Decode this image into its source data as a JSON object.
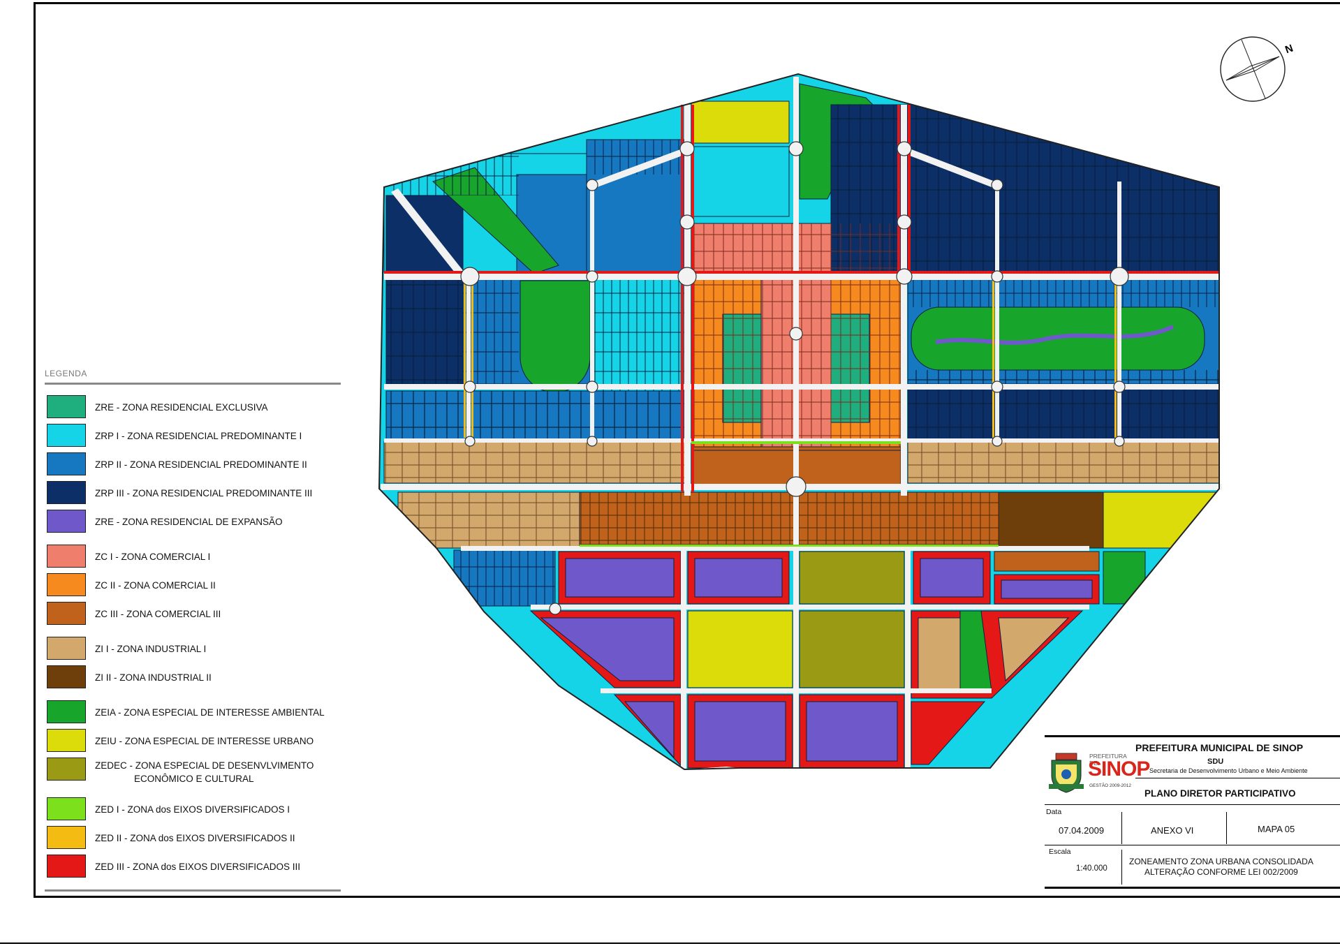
{
  "colors": {
    "ZRE": "#1fae7e",
    "ZRP_I": "#16d4e8",
    "ZRP_II": "#1578c0",
    "ZRP_III": "#0b2f66",
    "ZREX": "#6f58c9",
    "ZC_I": "#f07e6c",
    "ZC_II": "#f78a1e",
    "ZC_III": "#c0621c",
    "ZI_I": "#d2a86c",
    "ZI_II": "#6e3f0a",
    "ZEIA": "#17a52c",
    "ZEIU": "#dcdc0a",
    "ZEDEC": "#9a9a14",
    "ZED_I": "#7de01c",
    "ZED_II": "#f4bc12",
    "ZED_III": "#e51818",
    "road": "#f2f2f2",
    "block_line": "#0a1f3e"
  },
  "legend": {
    "title": "LEGENDA",
    "items": [
      {
        "key": "ZRE",
        "label": "ZRE - ZONA RESIDENCIAL EXCLUSIVA"
      },
      {
        "key": "ZRP_I",
        "label": "ZRP I - ZONA RESIDENCIAL PREDOMINANTE I"
      },
      {
        "key": "ZRP_II",
        "label": "ZRP II - ZONA RESIDENCIAL PREDOMINANTE II"
      },
      {
        "key": "ZRP_III",
        "label": "ZRP III - ZONA RESIDENCIAL PREDOMINANTE III"
      },
      {
        "key": "ZREX",
        "label": "ZRE - ZONA RESIDENCIAL DE EXPANSÃO"
      },
      {
        "key": "ZC_I",
        "label": "ZC I - ZONA COMERCIAL I"
      },
      {
        "key": "ZC_II",
        "label": "ZC II - ZONA COMERCIAL II"
      },
      {
        "key": "ZC_III",
        "label": "ZC III - ZONA COMERCIAL III"
      },
      {
        "key": "ZI_I",
        "label": "ZI I - ZONA INDUSTRIAL I"
      },
      {
        "key": "ZI_II",
        "label": "ZI II - ZONA INDUSTRIAL II"
      },
      {
        "key": "ZEIA",
        "label": "ZEIA - ZONA ESPECIAL DE INTERESSE AMBIENTAL"
      },
      {
        "key": "ZEIU",
        "label": "ZEIU - ZONA ESPECIAL DE INTERESSE URBANO"
      },
      {
        "key": "ZEDEC",
        "label": "ZEDEC - ZONA ESPECIAL DE DESENVLVIMENTO",
        "label2": "ECONÔMICO E CULTURAL"
      },
      {
        "key": "ZED_I",
        "label": "ZED I - ZONA dos EIXOS DIVERSIFICADOS I"
      },
      {
        "key": "ZED_II",
        "label": "ZED II - ZONA dos EIXOS DIVERSIFICADOS II"
      },
      {
        "key": "ZED_III",
        "label": "ZED III - ZONA dos EIXOS DIVERSIFICADOS III"
      }
    ]
  },
  "compass": {
    "label": "N"
  },
  "title_block": {
    "organization": "PREFEITURA MUNICIPAL DE SINOP",
    "department": "SDU",
    "department_full": "Secretaria de Desenvolvimento Urbano e Meio Ambiente",
    "plan": "PLANO DIRETOR PARTICIPATIVO",
    "date_label": "Data",
    "date": "07.04.2009",
    "annex": "ANEXO VI",
    "map_number": "MAPA 05",
    "scale_label": "Escala",
    "scale": "1:40.000",
    "description_line1": "ZONEAMENTO ZONA URBANA CONSOLIDADA",
    "description_line2": "ALTERAÇÃO CONFORME LEI 002/2009"
  },
  "logo": {
    "prefix": "PREFEITURA DE",
    "name": "SINOP",
    "term": "GESTÃO 2009-2012"
  }
}
